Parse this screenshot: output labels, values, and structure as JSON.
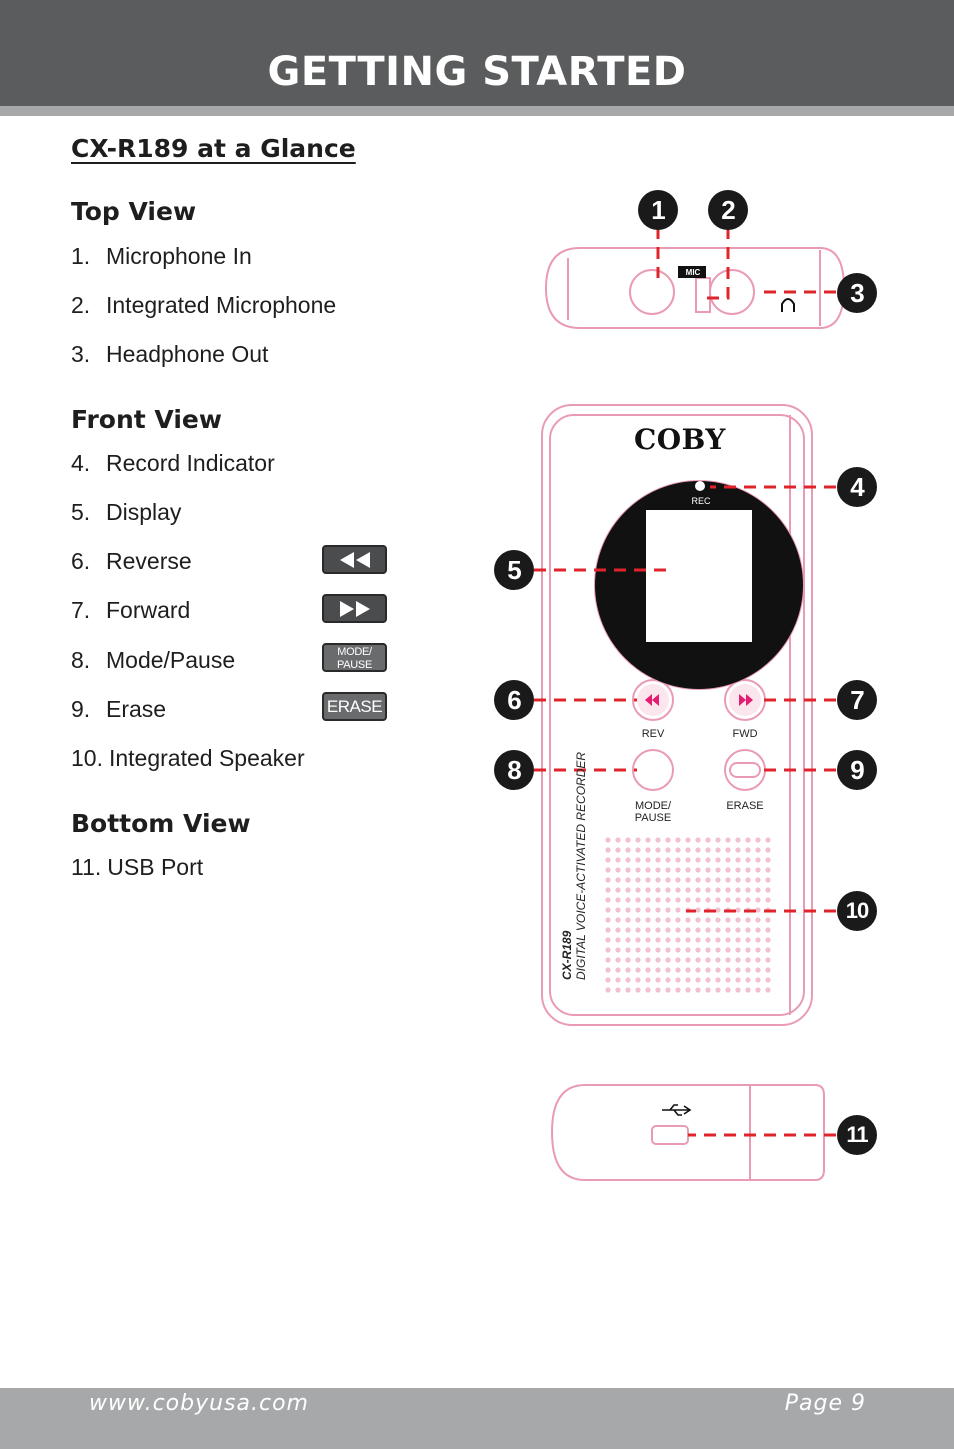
{
  "header": {
    "title": "GETTING STARTED"
  },
  "subtitle": "CX-R189 at a Glance",
  "sections": {
    "top": {
      "heading": "Top View",
      "items": [
        {
          "num": "1.",
          "label": "Microphone In"
        },
        {
          "num": "2.",
          "label": "Integrated Microphone"
        },
        {
          "num": "3.",
          "label": "Headphone Out"
        }
      ]
    },
    "front": {
      "heading": "Front View",
      "items": [
        {
          "num": "4.",
          "label": "Record Indicator"
        },
        {
          "num": "5.",
          "label": "Display"
        },
        {
          "num": "6.",
          "label": "Reverse"
        },
        {
          "num": "7.",
          "label": "Forward"
        },
        {
          "num": "8.",
          "label": "Mode/Pause"
        },
        {
          "num": "9.",
          "label": "Erase"
        },
        {
          "num": "10.",
          "label": "Integrated Speaker"
        }
      ]
    },
    "bottom": {
      "heading": "Bottom View",
      "items": [
        {
          "num": "11.",
          "label": "USB Port"
        }
      ]
    }
  },
  "button_icons": {
    "reverse": "rewind-icon",
    "forward": "fast-forward-icon",
    "mode_pause": "MODE/\nPAUSE",
    "mode_line1": "MODE/",
    "mode_line2": "PAUSE",
    "erase": "ERASE"
  },
  "device": {
    "brand": "COBY",
    "mic_label": "MIC",
    "rec_label": "REC",
    "rev_label": "REV",
    "fwd_label": "FWD",
    "mode_line1": "MODE/",
    "mode_line2": "PAUSE",
    "erase_label": "ERASE",
    "model": "CX-R189",
    "description": "DIGITAL VOICE-ACTIVATED RECORDER"
  },
  "callouts": [
    "1",
    "2",
    "3",
    "4",
    "5",
    "6",
    "7",
    "8",
    "9",
    "10",
    "11"
  ],
  "colors": {
    "accent_line": "#e0242b",
    "device_outline": "#ea9bb4",
    "header_bg": "#5b5c5e",
    "footer_bg": "#a7a8aa"
  },
  "footer": {
    "url": "www.cobyusa.com",
    "page": "Page 9"
  }
}
